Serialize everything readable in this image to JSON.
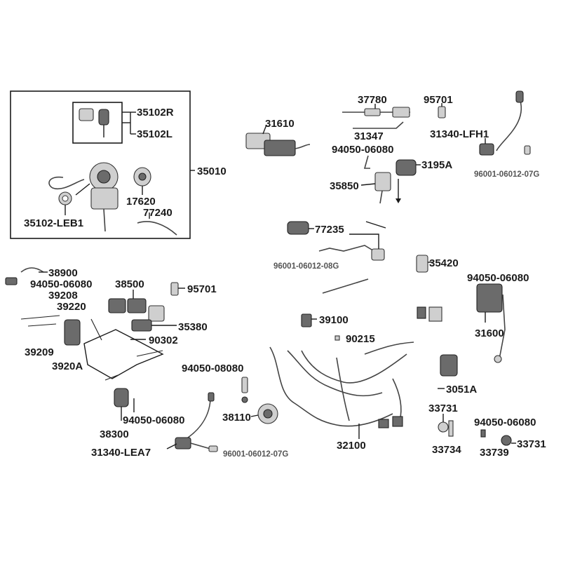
{
  "labels": {
    "p35102R": "35102R",
    "p35102L": "35102L",
    "p35010": "35010",
    "p17620": "17620",
    "p77240": "77240",
    "p35102LEB1": "35102-LEB1",
    "p37780": "37780",
    "p95701a": "95701",
    "p31610": "31610",
    "p31347": "31347",
    "p31340LFH1": "31340-LFH1",
    "p94050_06080a": "94050-06080",
    "p3195A": "3195A",
    "p96001_07Ga": "96001-06012-07G",
    "p35850": "35850",
    "p77235": "77235",
    "p96001_08G": "96001-06012-08G",
    "p35420": "35420",
    "p38900": "38900",
    "p94050_06080b": "94050-06080",
    "p39208": "39208",
    "p39220": "39220",
    "p38500": "38500",
    "p95701b": "95701",
    "p94050_06080c": "94050-06080",
    "p35380": "35380",
    "p39100": "39100",
    "p90302": "90302",
    "p90215": "90215",
    "p31600": "31600",
    "p39209": "39209",
    "p3920A": "3920A",
    "p94050_08080": "94050-08080",
    "p3051A": "3051A",
    "p38110": "38110",
    "p38300": "38300",
    "p94050_06080d": "94050-06080",
    "p33731a": "33731",
    "p94050_06080e": "94050-06080",
    "p31340LEA7": "31340-LEA7",
    "p32100": "32100",
    "p33734": "33734",
    "p33739": "33739",
    "p33731b": "33731",
    "p96001_07Gb": "96001-06012-07G"
  },
  "colors": {
    "ink": "#1a1a1a",
    "subtext": "#555555",
    "part_fill": "#cfcfcf",
    "part_dark": "#6b6b6b"
  }
}
